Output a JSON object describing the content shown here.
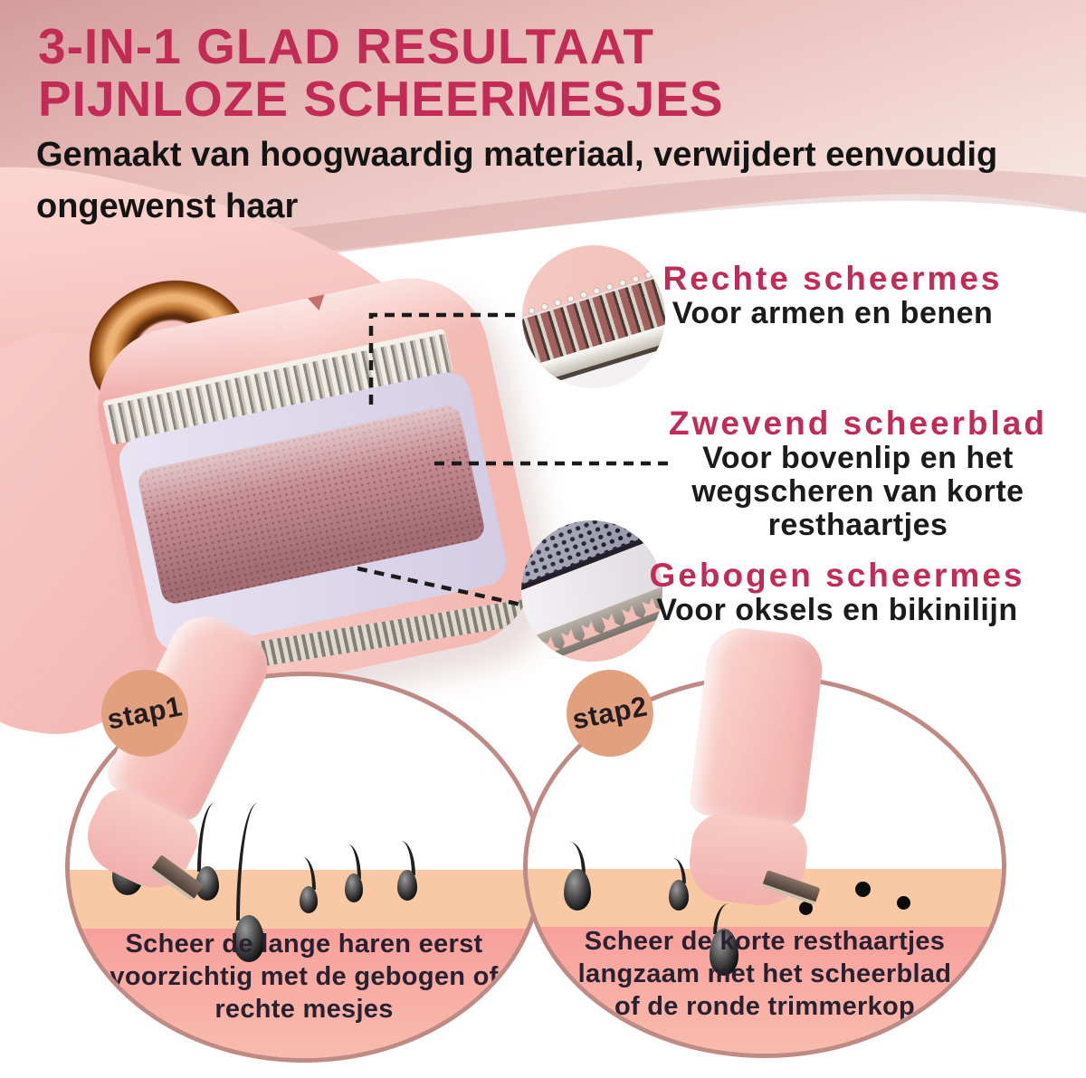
{
  "header": {
    "title_line1": "3-IN-1 GLAD RESULTAAT",
    "title_line2": "PIJNLOZE SCHEERMESJES",
    "subtitle_line1": "Gemaakt van hoogwaardig materiaal, verwijdert eenvoudig",
    "subtitle_line2": "ongewenst haar"
  },
  "callouts": [
    {
      "heading": "Rechte scheermes",
      "lines": [
        "Voor armen en benen"
      ]
    },
    {
      "heading": "Zwevend scheerblad",
      "lines": [
        "Voor bovenlip en het",
        "wegscheren van korte",
        "resthaartjes"
      ]
    },
    {
      "heading": "Gebogen scheermes",
      "lines": [
        "Voor oksels en bikinilijn"
      ]
    }
  ],
  "steps": [
    {
      "badge": "stap1",
      "caption_lines": [
        "Scheer de lange haren eerst",
        "voorzichtig met de gebogen of",
        "rechte mesjes"
      ]
    },
    {
      "badge": "stap2",
      "caption_lines": [
        "Scheer de korte resthaartjes",
        "langzaam met het scheerblad",
        "of de ronde trimmerkop"
      ]
    }
  ],
  "colors": {
    "accent": "#c12b56",
    "badge": "#e2a17e",
    "circle_border": "#bf8a84",
    "skin_peach": "#f9c9a5",
    "skin_pink": "#f89f9d",
    "text_dark": "#1c1c1c"
  }
}
